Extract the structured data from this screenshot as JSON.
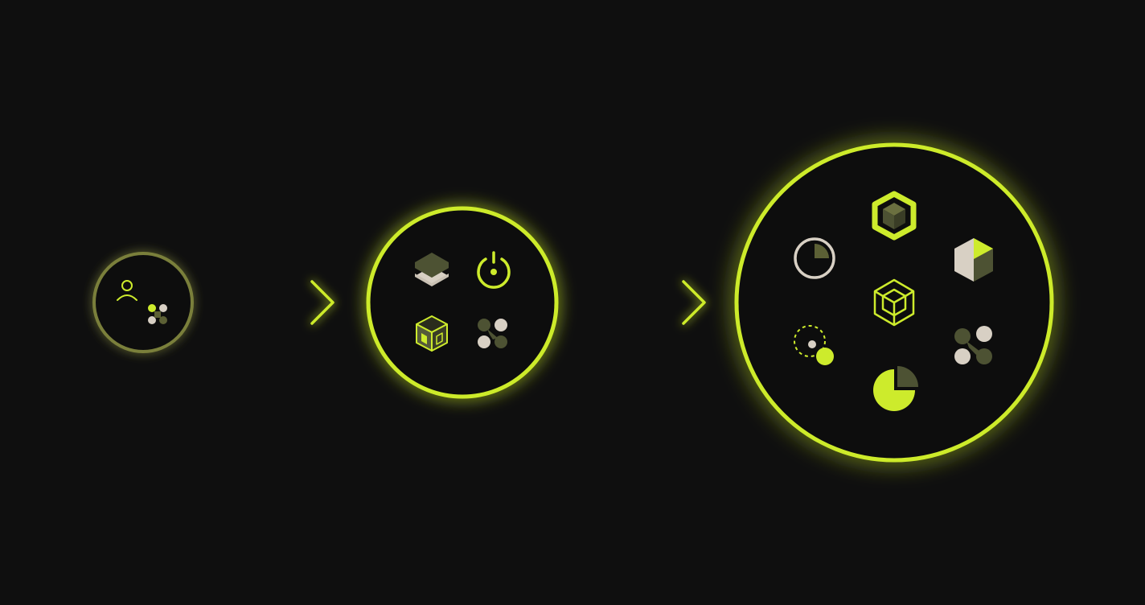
{
  "colors": {
    "background": "#0f0f0f",
    "accent": "#cdeb2c",
    "accent_dim": "#7a7f3a",
    "olive": "#4d5233",
    "cream": "#d8d0c4"
  },
  "stages": [
    {
      "name": "stage-small",
      "ring": "dim",
      "icons": [
        "user-icon",
        "cluster-dots-icon"
      ]
    },
    {
      "name": "stage-medium",
      "ring": "bright",
      "icons": [
        "layers-icon",
        "power-icon",
        "box-icon",
        "cluster-dots-icon"
      ]
    },
    {
      "name": "stage-large",
      "ring": "bright",
      "icons": [
        "hexagon-cube-icon",
        "quarter-circle-icon",
        "half-hexagon-icon",
        "cube-outline-icon",
        "orbit-dots-icon",
        "cluster-dots-icon",
        "pie-chart-icon"
      ]
    }
  ],
  "connectors": [
    "arrow-small-to-medium",
    "arrow-medium-to-large"
  ]
}
